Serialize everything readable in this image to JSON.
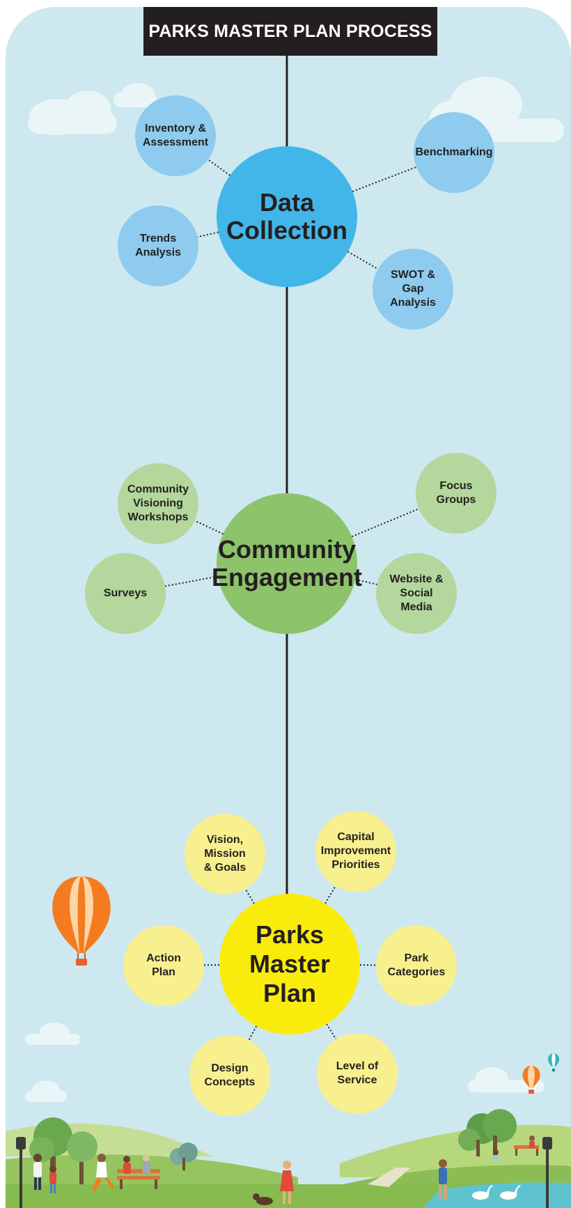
{
  "title": "PARKS MASTER PLAN PROCESS",
  "colors": {
    "background": "#cde8ef",
    "title_bar": "#231f20",
    "blue_hub": "#42b6e8",
    "blue_node": "#8ecbef",
    "green_hub": "#8dc36b",
    "green_node": "#b3d79c",
    "yellow_hub": "#f9ec0c",
    "yellow_node": "#f8f08e"
  },
  "stages": [
    {
      "hub": "Data\nCollection",
      "nodes": [
        "Inventory &\nAssessment",
        "Trends\nAnalysis",
        "Benchmarking",
        "SWOT &\nGap\nAnalysis"
      ]
    },
    {
      "hub": "Community\nEngagement",
      "nodes": [
        "Community\nVisioning\nWorkshops",
        "Surveys",
        "Focus\nGroups",
        "Website &\nSocial\nMedia"
      ]
    },
    {
      "hub": "Parks\nMaster\nPlan",
      "nodes": [
        "Vision,\nMission\n& Goals",
        "Capital\nImprovement\nPriorities",
        "Action\nPlan",
        "Park\nCategories",
        "Design\nConcepts",
        "Level of\nService"
      ]
    }
  ]
}
